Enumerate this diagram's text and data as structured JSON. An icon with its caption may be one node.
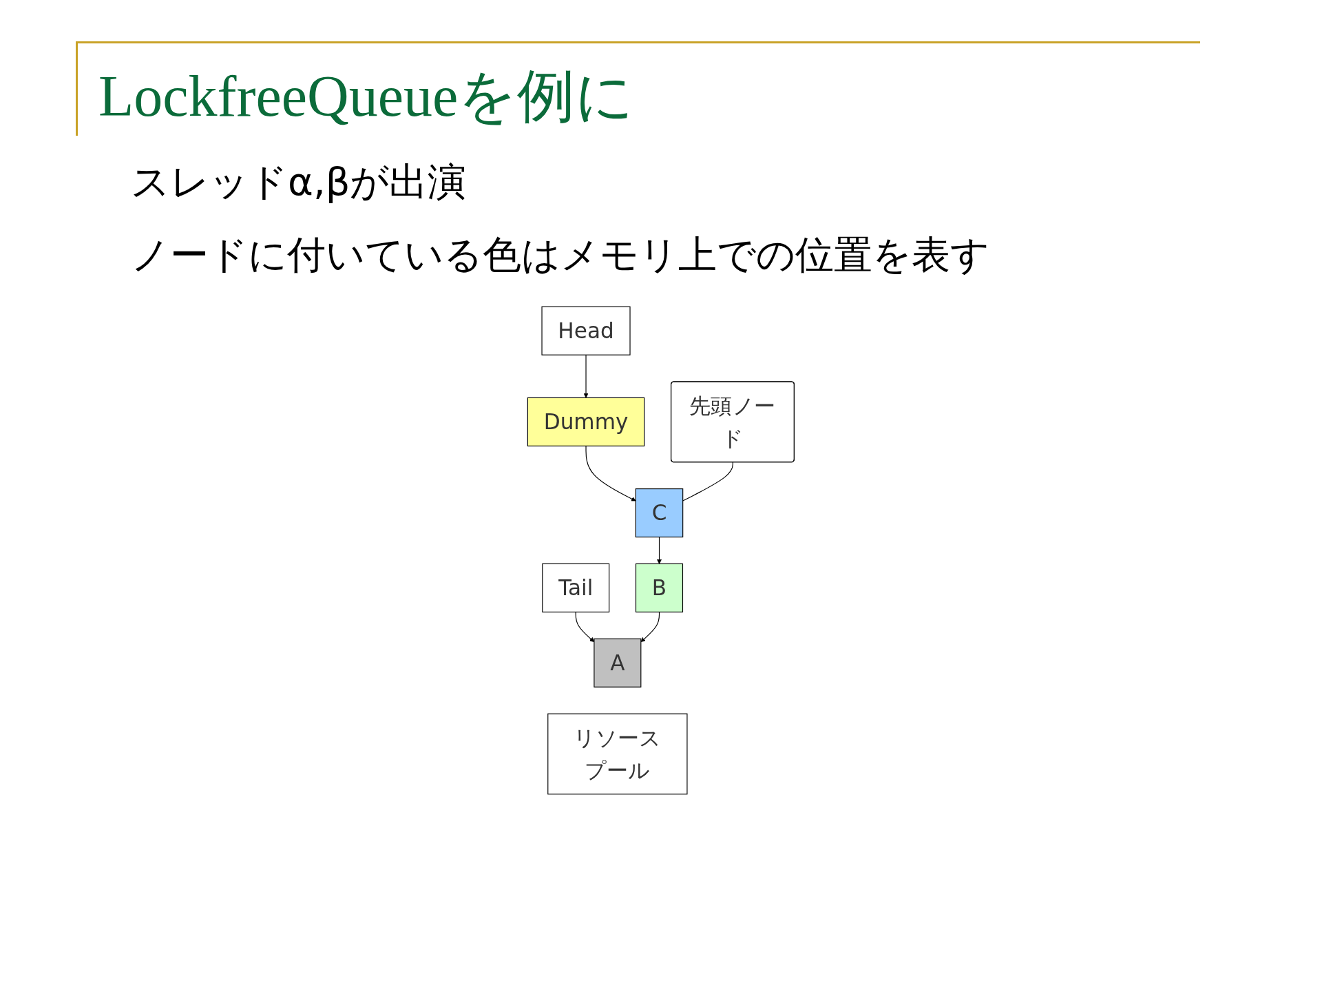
{
  "diagram": {
    "title": "LockfreeQueueを例に",
    "nodes": [
      {
        "text": [
          "Tail"
        ]
      },
      {
        "text": [
          "Head"
        ]
      },
      {
        "text": [
          "A"
        ]
      },
      {
        "text": [
          "B"
        ]
      },
      {
        "text": [
          "C"
        ]
      },
      {
        "text": [
          "Dummy"
        ]
      },
      {
        "text": [
          "先頭ノード"
        ]
      },
      {
        "text": [
          "リソースプール"
        ]
      }
    ],
    "edges": [
      {
        "from": 0,
        "to": 2,
        "arrow": "to"
      },
      {
        "from": 1,
        "to": 5,
        "arrow": "to"
      },
      {
        "from": 5,
        "to": 4,
        "arrow": "to"
      },
      {
        "from": 4,
        "to": 3,
        "arrow": "to"
      },
      {
        "from": 3,
        "to": 2,
        "arrow": "to"
      },
      {
        "from": 6,
        "to": 4,
        "arrow": "none"
      }
    ],
    "labels": [
      "スレッドα,βが出演",
      "ノードに付いている色はメモリ上での位置を表す"
    ]
  }
}
